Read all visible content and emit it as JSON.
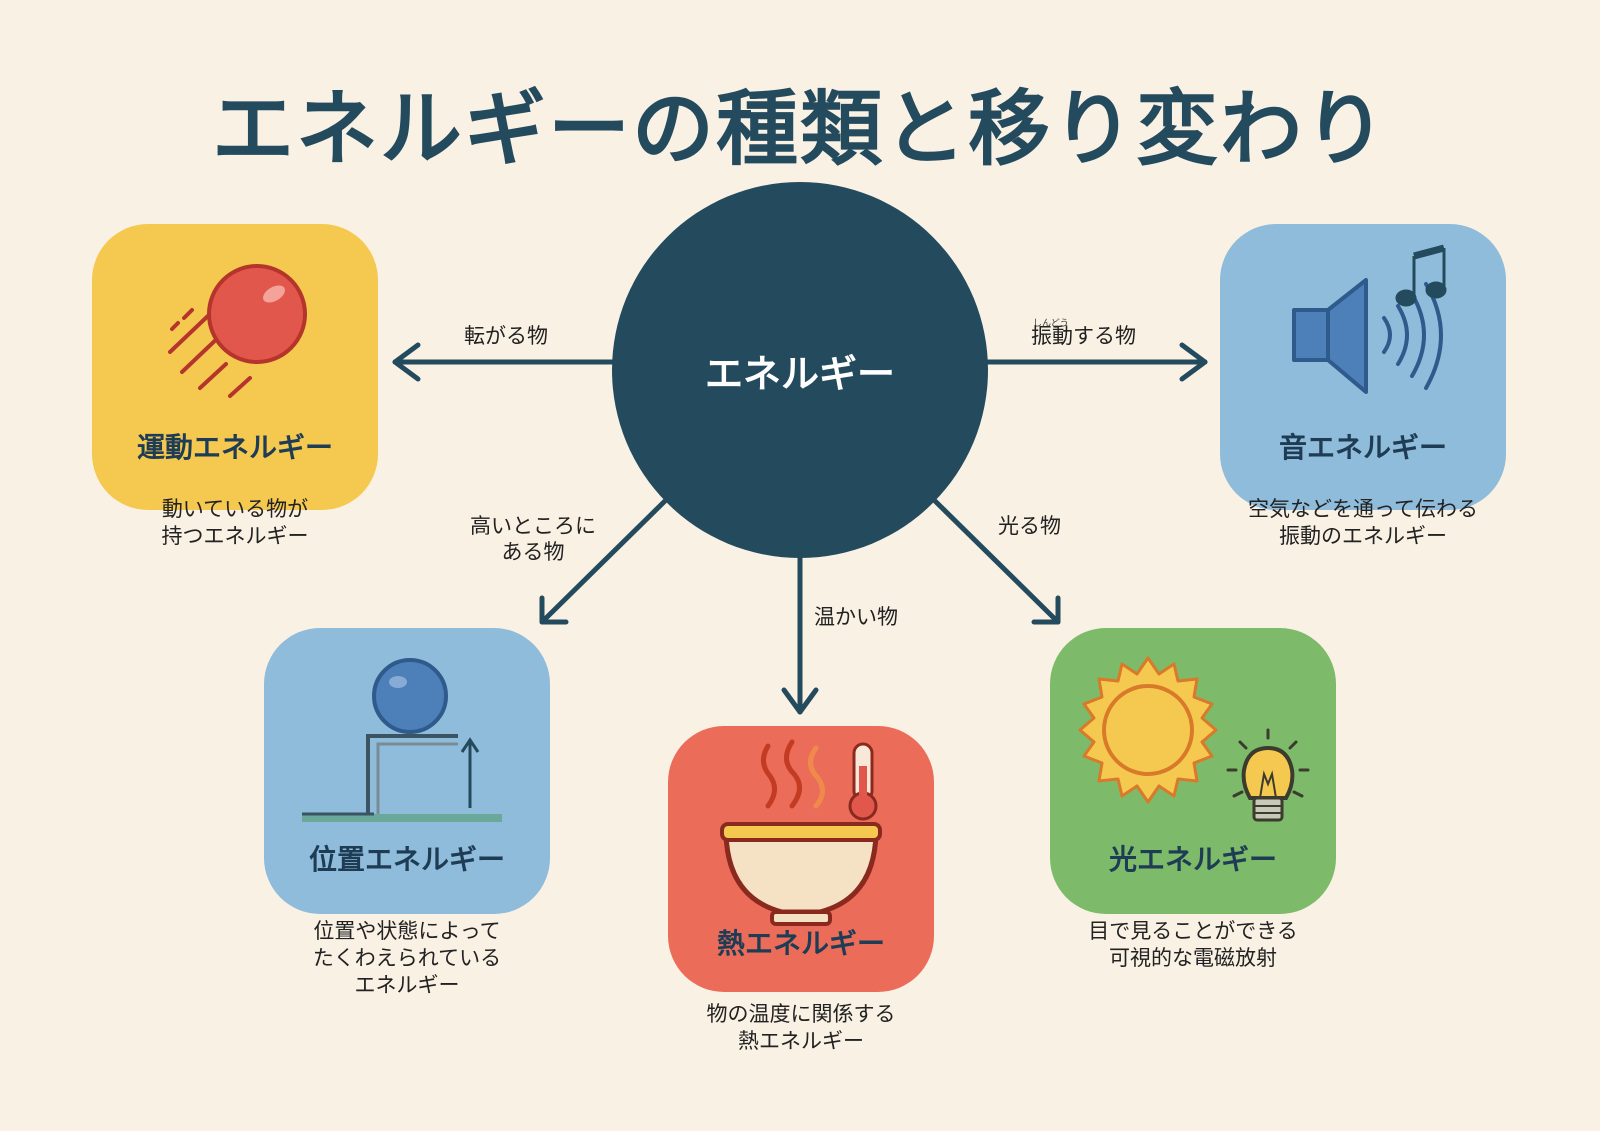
{
  "title": "エネルギーの種類と移り変わり",
  "hub": {
    "label": "エネルギー",
    "color": "#244a5e"
  },
  "edges": {
    "kinetic": "転がる物",
    "sound": "振動する物",
    "sound_ruby": "しんどう",
    "potential": "高いところに\nある物",
    "heat": "温かい物",
    "light": "光る物"
  },
  "cards": {
    "kinetic": {
      "name": "運動エネルギー",
      "desc": "動いている物が\n持つエネルギー",
      "color": "#f5c94f",
      "icon": "rolling-ball-icon"
    },
    "sound": {
      "name": "音エネルギー",
      "desc": "空気などを通って伝わる\n振動のエネルギー",
      "color": "#8fbcdb",
      "icon": "speaker-music-icon"
    },
    "potential": {
      "name": "位置エネルギー",
      "desc": "位置や状態によって\nたくわえられている\nエネルギー",
      "color": "#8fbcdb",
      "icon": "ball-on-ledge-icon"
    },
    "heat": {
      "name": "熱エネルギー",
      "desc": "物の温度に関係する\n熱エネルギー",
      "color": "#ec6c5a",
      "icon": "hot-bowl-thermometer-icon"
    },
    "light": {
      "name": "光エネルギー",
      "desc": "目で見ることができる\n可視的な電磁放射",
      "color": "#7dba6a",
      "icon": "sun-lightbulb-icon"
    }
  }
}
